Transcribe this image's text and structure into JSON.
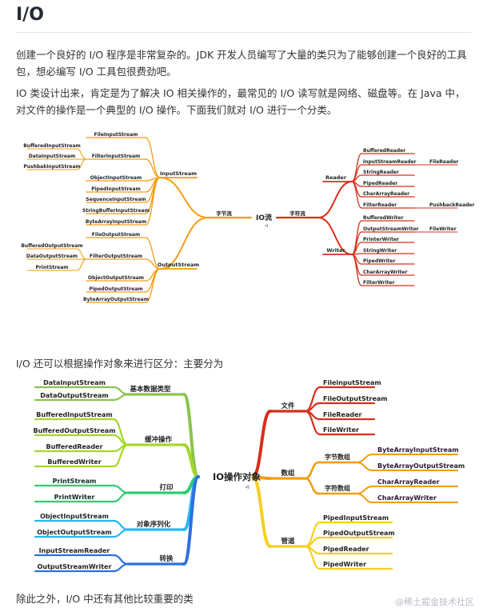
{
  "heading": "I/O",
  "paragraphs": {
    "p1": "创建一个良好的 I/O 程序是非常复杂的。JDK 开发人员编写了大量的类只为了能够创建一个良好的工具包，想必编写 I/O 工具包很费劲吧。",
    "p2": "IO 类设计出来，肯定是为了解决 IO 相关操作的，最常见的 I/O 读写就是网络、磁盘等。在 Java 中，对文件的操作是一个典型的 I/O 操作。下面我们就对 I/O 进行一个分类。",
    "p3": "I/O 还可以根据操作对象来进行区分：主要分为",
    "p4": "除此之外，I/O 中还有其他比较重要的类"
  },
  "watermark": "@稀土掘金技术社区",
  "mindmap1": {
    "center": "IO流",
    "byte_stream": "字节流",
    "char_stream": "字符流",
    "input_stream": {
      "label": "InputStream",
      "children": [
        "FileInputStream",
        "FilterInputStream",
        "ObjectInputStream",
        "PipedInputStream",
        "SequenceInputStream",
        "StringBufferInputStream",
        "ByteArrayInputStream"
      ],
      "filter_children": [
        "BufferedInputStream",
        "DataInputStream",
        "PushbakInputStream"
      ]
    },
    "output_stream": {
      "label": "OutputStream",
      "children": [
        "FileOutputStream",
        "FilterOutputStream",
        "ObjectOutputStream",
        "PipedOutputStream",
        "ByteArrayOutputStream"
      ],
      "filter_children": [
        "BufferedOutputStream",
        "DataOutputStream",
        "PrintStream"
      ]
    },
    "reader": {
      "label": "Reader",
      "children": [
        "BufferedReader",
        "InputStreamReader",
        "StringReader",
        "PipedReader",
        "CharArrayReader",
        "FilterReader"
      ],
      "sub": {
        "InputStreamReader": "FileReader",
        "FilterReader": "PushbackReader"
      }
    },
    "writer": {
      "label": "Writer",
      "children": [
        "BufferedWriter",
        "OutputStreamWriter",
        "PrinterWriter",
        "StringWriter",
        "PipedWriter",
        "CharArrayWriter",
        "FilterWriter"
      ],
      "sub": {
        "OutputStreamWriter": "FileWriter"
      }
    }
  },
  "mindmap2": {
    "center": "IO操作对象",
    "left": [
      {
        "label": "基本数据类型",
        "children": [
          "DataInputStream",
          "DataOutputStream"
        ]
      },
      {
        "label": "缓冲操作",
        "children": [
          "BufferedInputStream",
          "BufferedOutputStream",
          "BufferedReader",
          "BufferedWriter"
        ]
      },
      {
        "label": "打印",
        "children": [
          "PrintStream",
          "PrintWriter"
        ]
      },
      {
        "label": "对象序列化",
        "children": [
          "ObjectInputStream",
          "ObjectOutputStream"
        ]
      },
      {
        "label": "转换",
        "children": [
          "InputStreamReader",
          "OutputStreamWriter"
        ]
      }
    ],
    "right": [
      {
        "label": "文件",
        "children": [
          "FileinputStream",
          "FileOutputStream",
          "FileReader",
          "FileWriter"
        ]
      },
      {
        "label": "数组",
        "groups": [
          {
            "label": "字节数组",
            "children": [
              "ByteArrayInputStream",
              "ByteArrayOutputStream"
            ]
          },
          {
            "label": "字符数组",
            "children": [
              "CharArrayReader",
              "CharArrayWriter"
            ]
          }
        ]
      },
      {
        "label": "管道",
        "children": [
          "PipedInputStream",
          "PipedOutputStream",
          "PipedReader",
          "PipedWriter"
        ]
      }
    ]
  },
  "colors": {
    "byte_branch": "#f39c12",
    "char_branch": "#d6301b",
    "basic_type": "#8bc34a",
    "buffer": "#a4d82a",
    "print": "#2ecc71",
    "serialize": "#29b6f6",
    "convert": "#2f6fe0",
    "file": "#d6301b",
    "array": "#f39c12",
    "pipe": "#f5d020"
  }
}
